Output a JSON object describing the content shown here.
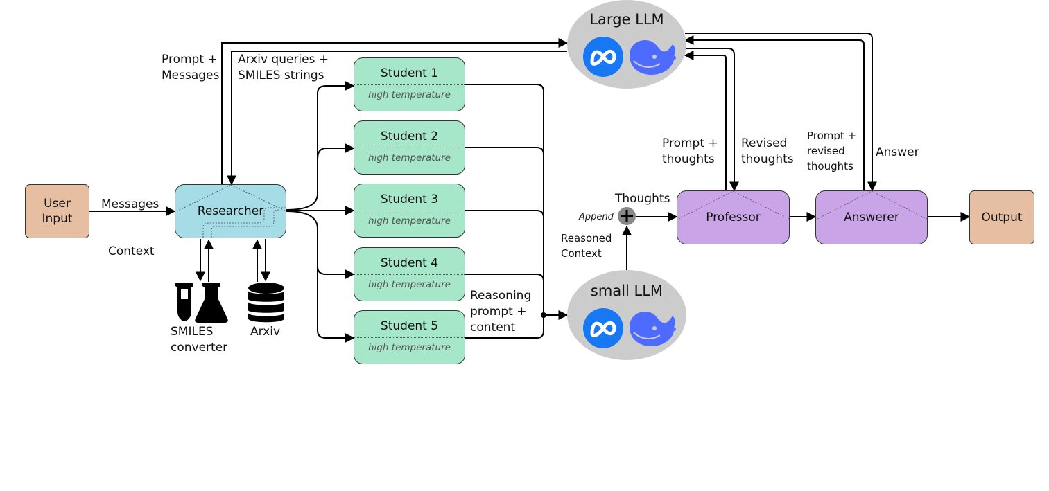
{
  "nodes": {
    "user_input": "User\nInput",
    "researcher": "Researcher",
    "professor": "Professor",
    "answerer": "Answerer",
    "output": "Output",
    "large_llm": "Large LLM",
    "small_llm": "small LLM"
  },
  "students": [
    {
      "title": "Student 1",
      "sub": "high temperature"
    },
    {
      "title": "Student 2",
      "sub": "high temperature"
    },
    {
      "title": "Student 3",
      "sub": "high temperature"
    },
    {
      "title": "Student 4",
      "sub": "high temperature"
    },
    {
      "title": "Student 5",
      "sub": "high temperature"
    }
  ],
  "labels": {
    "messages": "Messages",
    "prompt_messages": "Prompt +\nMessages",
    "arxiv_queries": "Arxiv queries +\nSMILES strings",
    "context": "Context",
    "smiles_converter": "SMILES\nconverter",
    "arxiv": "Arxiv",
    "reasoning_prompt": "Reasoning\nprompt +\ncontent",
    "reasoned_context": "Reasoned\nContext",
    "append": "Append",
    "thoughts": "Thoughts",
    "prompt_thoughts": "Prompt +\nthoughts",
    "revised_thoughts": "Revised\nthoughts",
    "prompt_revised_thoughts": "Prompt +\nrevised\nthoughts",
    "answer": "Answer"
  },
  "icons": {
    "meta": "meta-logo-icon",
    "deepseek": "deepseek-whale-icon",
    "lab": "test-tube-flask-icon",
    "database": "database-icon",
    "append": "plus-circle-icon"
  },
  "colors": {
    "peach": "#e6bfa3",
    "cyan": "#a6dce6",
    "green": "#a6e6c9",
    "purple": "#c9a5e8",
    "ellipse": "#cccccc",
    "meta_blue": "#1877f2",
    "deepseek_blue": "#4d6bfe"
  }
}
